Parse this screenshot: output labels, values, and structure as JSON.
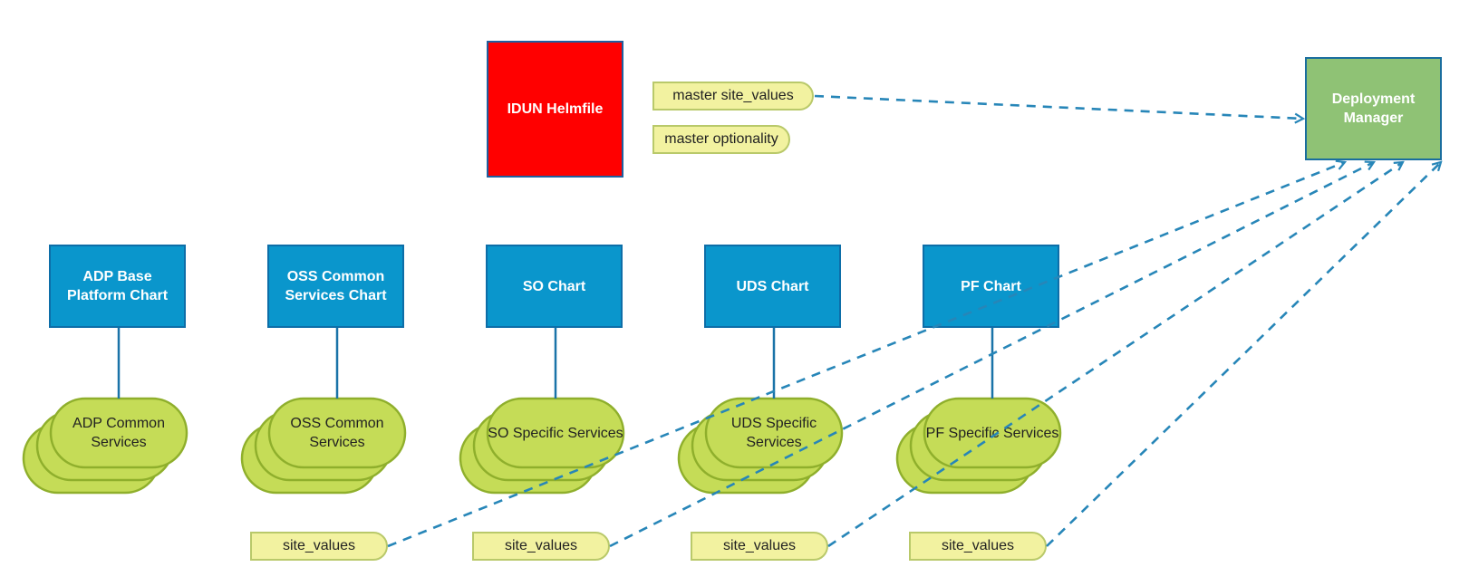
{
  "helmfile": {
    "label": "IDUN Helmfile"
  },
  "deployment_manager": {
    "label": "Deployment Manager"
  },
  "master_tags": {
    "site_values": "master site_values",
    "optionality": "master optionality"
  },
  "charts": [
    {
      "label": "ADP Base Platform Chart"
    },
    {
      "label": "OSS Common Services Chart"
    },
    {
      "label": "SO Chart"
    },
    {
      "label": "UDS Chart"
    },
    {
      "label": "PF Chart"
    }
  ],
  "services": [
    {
      "label": "ADP Common Services"
    },
    {
      "label": "OSS Common Services"
    },
    {
      "label": "SO Specific Services"
    },
    {
      "label": "UDS Specific Services"
    },
    {
      "label": "PF Specific Services"
    }
  ],
  "site_values": [
    {
      "label": "site_values"
    },
    {
      "label": "site_values"
    },
    {
      "label": "site_values"
    },
    {
      "label": "site_values"
    }
  ],
  "colors": {
    "helmfile_fill": "#ff0000",
    "deployment_manager_fill": "#8fc275",
    "chart_fill": "#0a96cc",
    "service_fill": "#c5dc57",
    "service_stroke": "#8faf2c",
    "tag_fill": "#f2f2a0",
    "connector": "#1a73a8",
    "dashed_arrow": "#2786b8"
  }
}
